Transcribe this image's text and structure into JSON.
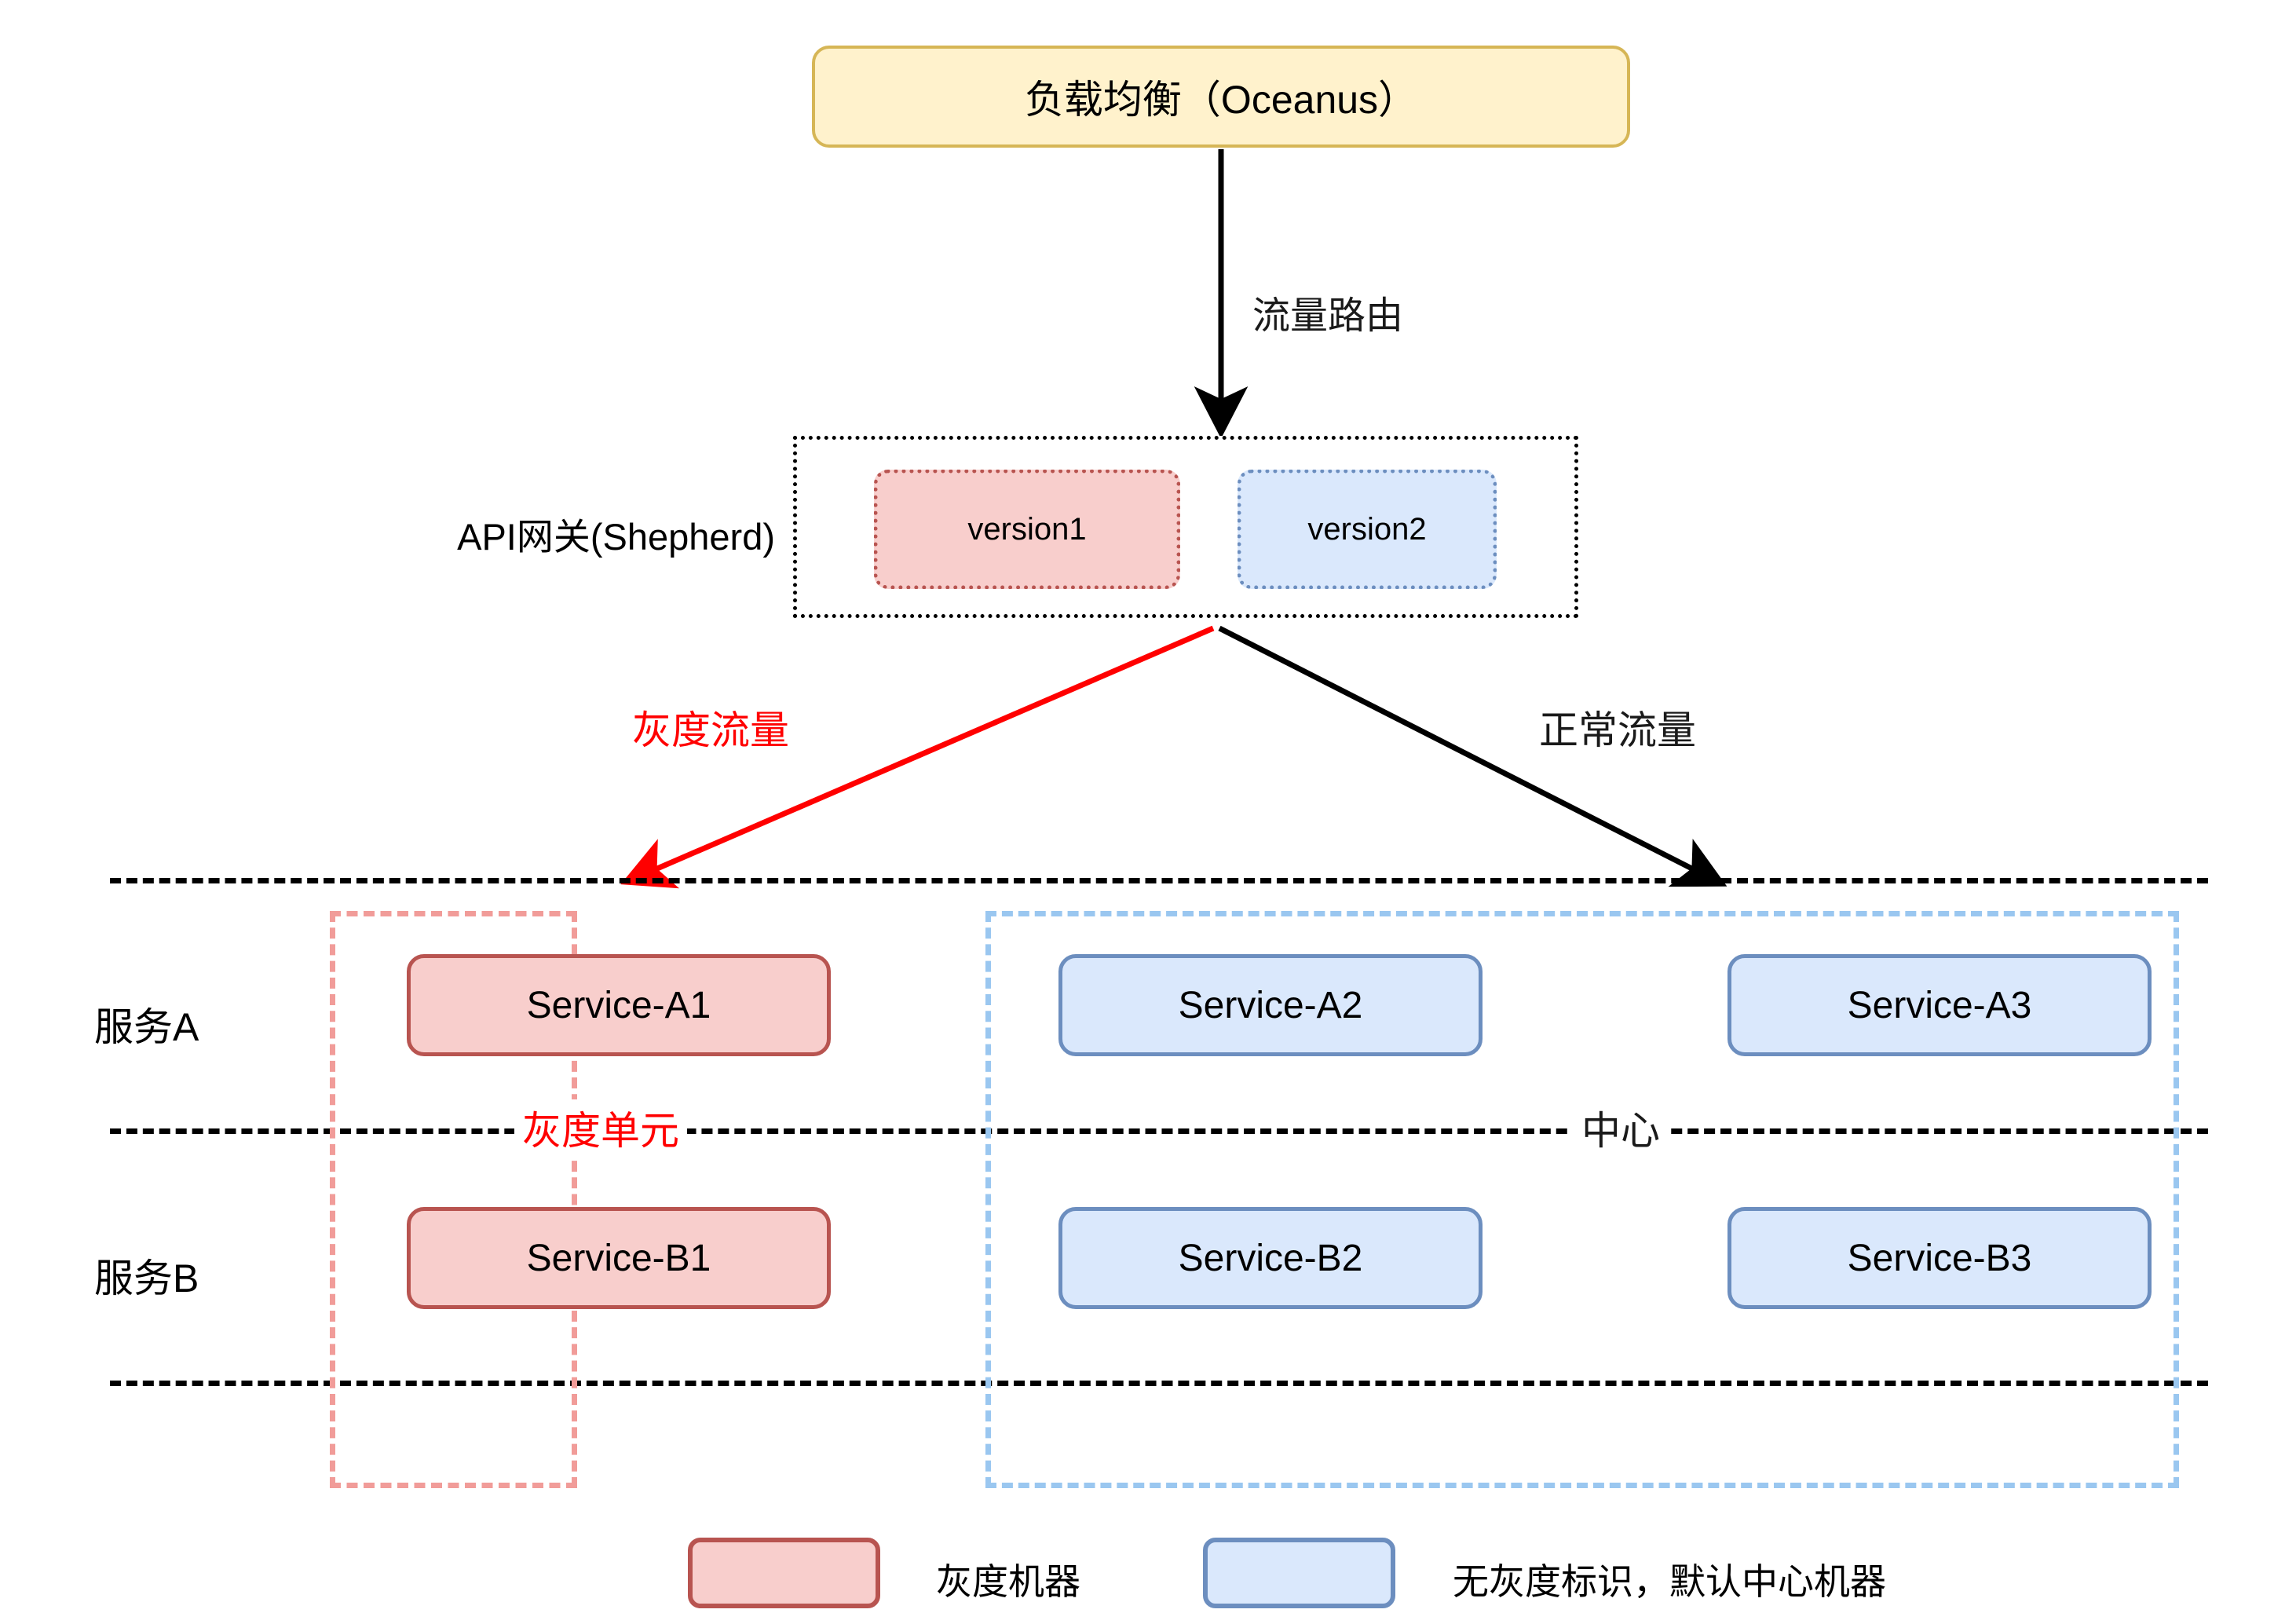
{
  "diagram": {
    "title_box": {
      "label": "负载均衡（Oceanus）",
      "fill": "#FFF2CC",
      "stroke": "#D6B656"
    },
    "gateway": {
      "side_label": "API网关(Shepherd)",
      "versions": [
        {
          "label": "version1",
          "fill": "#F8CECC",
          "stroke": "#B85450"
        },
        {
          "label": "version2",
          "fill": "#DAE8FC",
          "stroke": "#6C8EBF"
        }
      ]
    },
    "edges": {
      "route": {
        "label": "流量路由",
        "color": "#1A1A1A"
      },
      "gray": {
        "label": "灰度流量",
        "color": "#FF0000"
      },
      "normal": {
        "label": "正常流量",
        "color": "#1A1A1A"
      }
    },
    "rows": [
      {
        "label": "服务A"
      },
      {
        "label": "服务B"
      }
    ],
    "units": {
      "gray": {
        "label": "灰度单元",
        "color": "#FF0000",
        "stroke": "#F19C99"
      },
      "center": {
        "label": "中心",
        "color": "#1A1A1A",
        "stroke": "#9AC7F0"
      }
    },
    "services": {
      "row_a": [
        {
          "label": "Service-A1",
          "kind": "gray"
        },
        {
          "label": "Service-A2",
          "kind": "center"
        },
        {
          "label": "Service-A3",
          "kind": "center"
        }
      ],
      "row_b": [
        {
          "label": "Service-B1",
          "kind": "gray"
        },
        {
          "label": "Service-B2",
          "kind": "center"
        },
        {
          "label": "Service-B3",
          "kind": "center"
        }
      ]
    },
    "legend": [
      {
        "label": "灰度机器",
        "fill": "#F8CECC",
        "stroke": "#B85450"
      },
      {
        "label": "无灰度标识，默认中心机器",
        "fill": "#DAE8FC",
        "stroke": "#6C8EBF"
      }
    ]
  }
}
